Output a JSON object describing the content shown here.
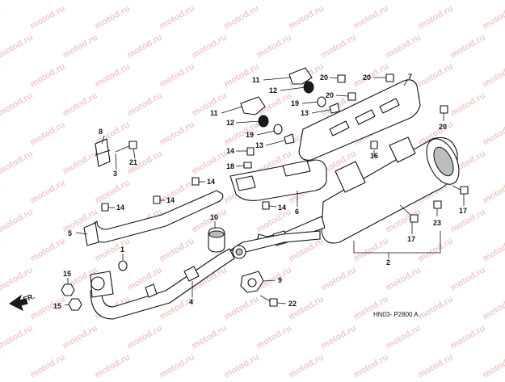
{
  "diagram": {
    "code": "HN03- P2800 A",
    "watermark": "motod.ru",
    "direction_label": "FR.",
    "callouts": [
      {
        "id": "c11a",
        "text": "11"
      },
      {
        "id": "c12a",
        "text": "12"
      },
      {
        "id": "c19a",
        "text": "19"
      },
      {
        "id": "c13a",
        "text": "13"
      },
      {
        "id": "c20a",
        "text": "20"
      },
      {
        "id": "c20b",
        "text": "20"
      },
      {
        "id": "c7",
        "text": "7"
      },
      {
        "id": "c20c",
        "text": "20"
      },
      {
        "id": "c20d",
        "text": "20"
      },
      {
        "id": "c11b",
        "text": "11"
      },
      {
        "id": "c12b",
        "text": "12"
      },
      {
        "id": "c19b",
        "text": "19"
      },
      {
        "id": "c13b",
        "text": "13"
      },
      {
        "id": "c8",
        "text": "8"
      },
      {
        "id": "c3",
        "text": "3"
      },
      {
        "id": "c21",
        "text": "21"
      },
      {
        "id": "c14a",
        "text": "14"
      },
      {
        "id": "c18",
        "text": "18"
      },
      {
        "id": "c16",
        "text": "16"
      },
      {
        "id": "c14b",
        "text": "14"
      },
      {
        "id": "c14c",
        "text": "14"
      },
      {
        "id": "c14d",
        "text": "14"
      },
      {
        "id": "c6",
        "text": "6"
      },
      {
        "id": "c14e",
        "text": "14"
      },
      {
        "id": "c17a",
        "text": "17"
      },
      {
        "id": "c17b",
        "text": "17"
      },
      {
        "id": "c23",
        "text": "23"
      },
      {
        "id": "c10",
        "text": "10"
      },
      {
        "id": "c5",
        "text": "5"
      },
      {
        "id": "c1",
        "text": "1"
      },
      {
        "id": "c2",
        "text": "2"
      },
      {
        "id": "c15a",
        "text": "15"
      },
      {
        "id": "c15b",
        "text": "15"
      },
      {
        "id": "c4",
        "text": "4"
      },
      {
        "id": "c9",
        "text": "9"
      },
      {
        "id": "c22",
        "text": "22"
      }
    ]
  }
}
